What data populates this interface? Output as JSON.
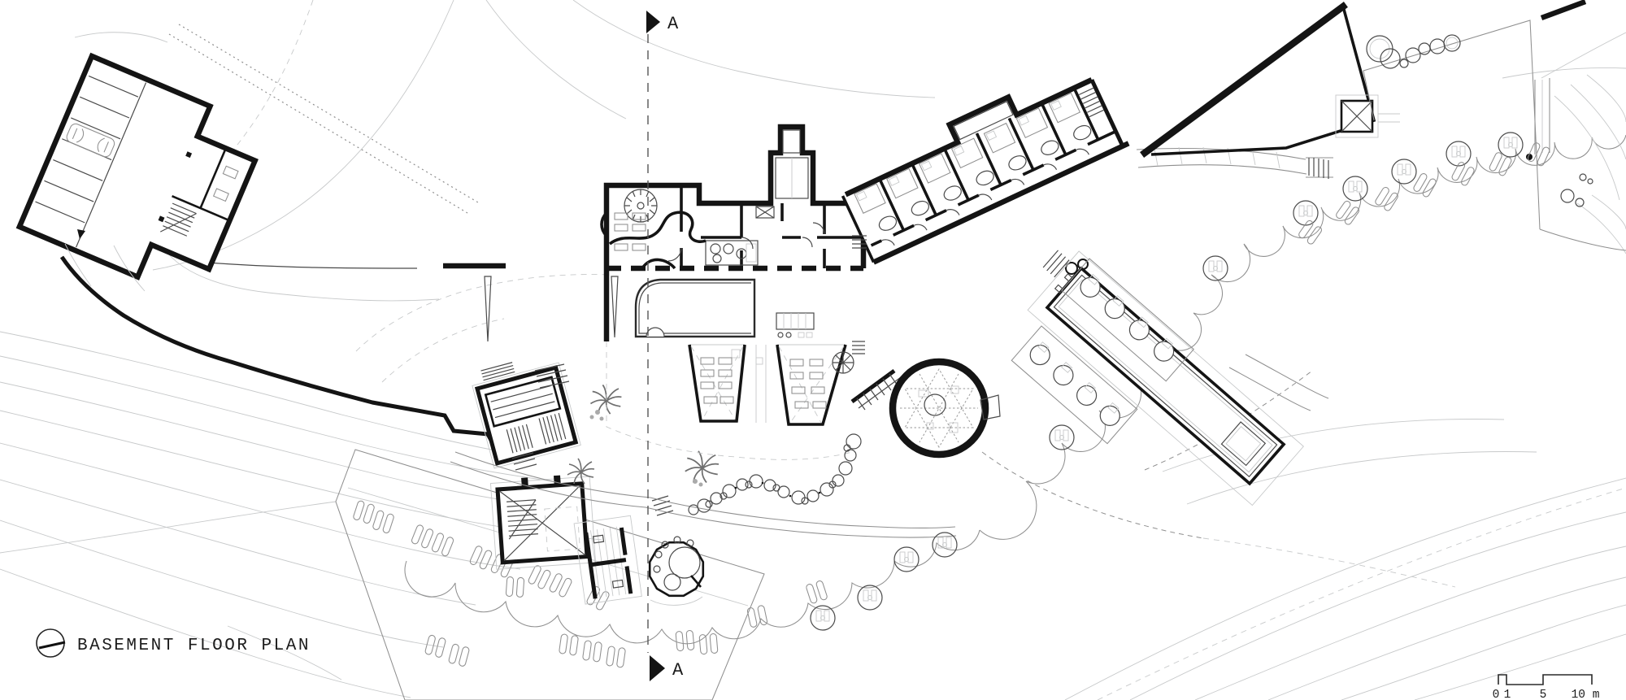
{
  "document": {
    "title": "BASEMENT FLOOR PLAN"
  },
  "section": {
    "label_top": "A",
    "label_bottom": "A"
  },
  "scale_bar": {
    "tick_zero": "0",
    "tick_one": "1",
    "tick_five": "5",
    "tick_ten": "10 m"
  },
  "colors": {
    "paper": "#ffffff",
    "ink": "#141414",
    "medium": "#4a4a4a",
    "light": "#8f8f8f",
    "faint": "#c7c9ca"
  }
}
